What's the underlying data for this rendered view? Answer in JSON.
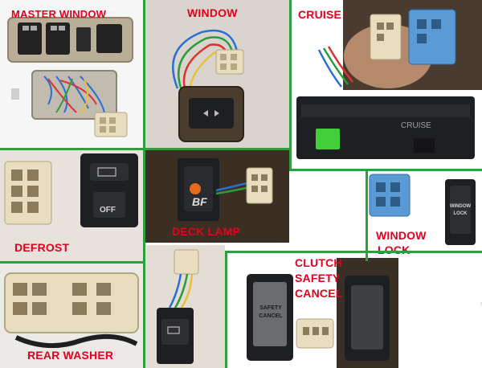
{
  "labels": {
    "master_window": "MASTER WINDOW",
    "window": "WINDOW",
    "cruise": "CRUISE",
    "defrost": "DEFROST",
    "deck_lamp": "DECK LAMP",
    "window_lock_line1": "WINDOW",
    "window_lock_line2": "LOCK",
    "clutch_line1": "CLUTCH",
    "clutch_line2": "SAFETY",
    "clutch_line3": "CANCEL",
    "rear_washer": "REAR WASHER"
  },
  "switch_text": {
    "cruise_face": "CRUISE",
    "defrost_off": "OFF",
    "window_lock_face_line1": "WINDOW",
    "window_lock_face_line2": "LOCK",
    "safety_cancel_line1": "SAFETY",
    "safety_cancel_line2": "CANCEL",
    "deck_lamp_marking": "BF"
  },
  "colors": {
    "label_red": "#e3001b",
    "divider_green": "#2f9e3f",
    "switch_black": "#1e1f22",
    "connector_cream": "#e9ddbf",
    "cruise_green_button": "#3ecf3a",
    "lock_connector_blue": "#5b9bd5"
  }
}
